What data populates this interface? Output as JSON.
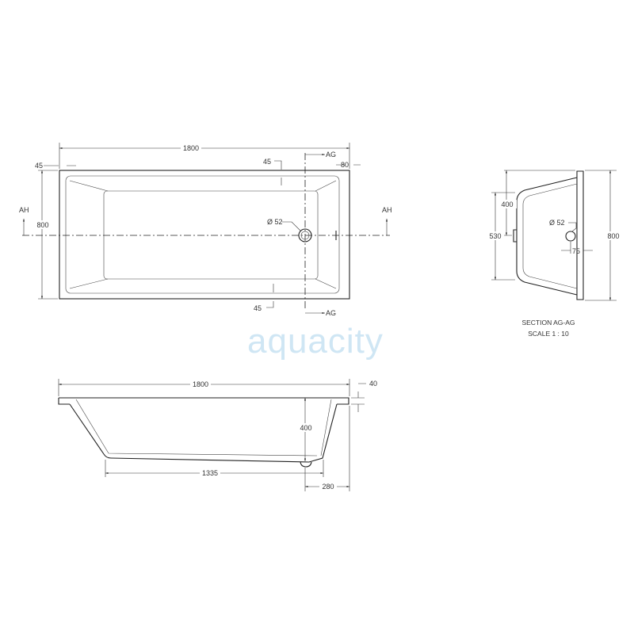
{
  "plan_view": {
    "length": "1800",
    "width": "800",
    "rim_left": "45",
    "rim_top": "45",
    "rim_bottom": "45",
    "rim_right": "80",
    "drain": "Ø 52",
    "section_ah_left": "AH",
    "section_ah_right": "AH",
    "section_ag_top": "AG",
    "section_ag_bottom": "AG"
  },
  "watermark": "aquacity",
  "section_view": {
    "height": "800",
    "depth_to_drain": "400",
    "basin_width": "530",
    "drain": "Ø 52",
    "drain_offset": "75",
    "caption": "SECTION AG-AG",
    "scale": "SCALE 1 : 10"
  },
  "side_view": {
    "length": "1800",
    "rim_thickness": "40",
    "depth": "400",
    "floor_length": "1335",
    "drain_offset": "280"
  },
  "colors": {
    "line": "#222222",
    "watermark": "#cfe6f4"
  }
}
